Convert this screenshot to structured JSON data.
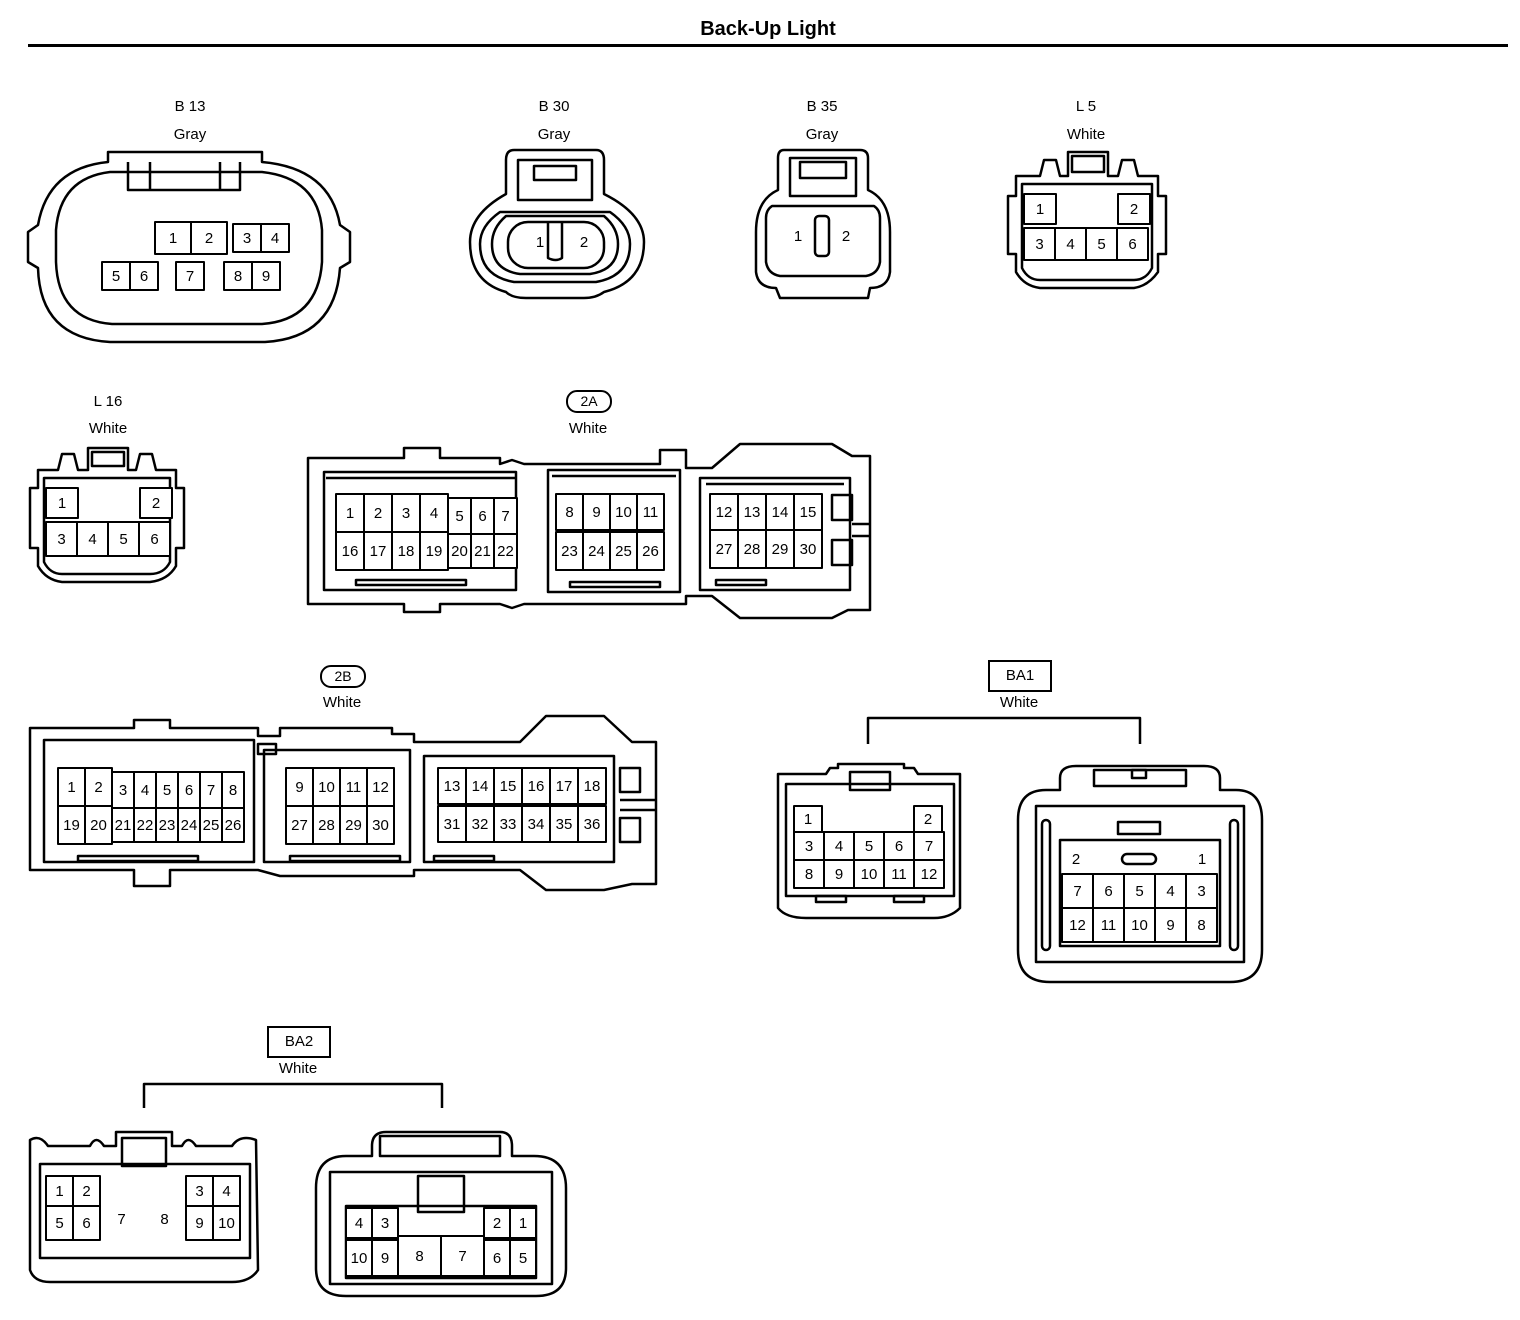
{
  "title": "Back-Up Light",
  "connectors": {
    "b13": {
      "code": "B 13",
      "color": "Gray"
    },
    "b30": {
      "code": "B 30",
      "color": "Gray"
    },
    "b35": {
      "code": "B 35",
      "color": "Gray"
    },
    "l5": {
      "code": "L 5",
      "color": "White"
    },
    "l16": {
      "code": "L 16",
      "color": "White"
    },
    "c2a": {
      "code": "2A",
      "color": "White"
    },
    "c2b": {
      "code": "2B",
      "color": "White"
    },
    "ba1": {
      "code": "BA1",
      "color": "White"
    },
    "ba2": {
      "code": "BA2",
      "color": "White"
    }
  },
  "pins": {
    "b13": [
      "1",
      "2",
      "3",
      "4",
      "5",
      "6",
      "7",
      "8",
      "9"
    ],
    "b30": [
      "1",
      "2"
    ],
    "b35": [
      "1",
      "2"
    ],
    "l5": [
      "1",
      "2",
      "3",
      "4",
      "5",
      "6"
    ],
    "l16": [
      "1",
      "2",
      "3",
      "4",
      "5",
      "6"
    ],
    "c2a": [
      "1",
      "2",
      "3",
      "4",
      "5",
      "6",
      "7",
      "8",
      "9",
      "10",
      "11",
      "12",
      "13",
      "14",
      "15",
      "16",
      "17",
      "18",
      "19",
      "20",
      "21",
      "22",
      "23",
      "24",
      "25",
      "26",
      "27",
      "28",
      "29",
      "30"
    ],
    "c2b": [
      "1",
      "2",
      "3",
      "4",
      "5",
      "6",
      "7",
      "8",
      "9",
      "10",
      "11",
      "12",
      "13",
      "14",
      "15",
      "16",
      "17",
      "18",
      "19",
      "20",
      "21",
      "22",
      "23",
      "24",
      "25",
      "26",
      "27",
      "28",
      "29",
      "30",
      "31",
      "32",
      "33",
      "34",
      "35",
      "36"
    ],
    "ba1_a": [
      "1",
      "2",
      "3",
      "4",
      "5",
      "6",
      "7",
      "8",
      "9",
      "10",
      "11",
      "12"
    ],
    "ba1_b": [
      "2",
      "1",
      "7",
      "6",
      "5",
      "4",
      "3",
      "12",
      "11",
      "10",
      "9",
      "8"
    ],
    "ba2_a": [
      "1",
      "2",
      "3",
      "4",
      "5",
      "6",
      "7",
      "8",
      "9",
      "10"
    ],
    "ba2_b": [
      "4",
      "3",
      "2",
      "1",
      "10",
      "9",
      "8",
      "7",
      "6",
      "5"
    ]
  }
}
